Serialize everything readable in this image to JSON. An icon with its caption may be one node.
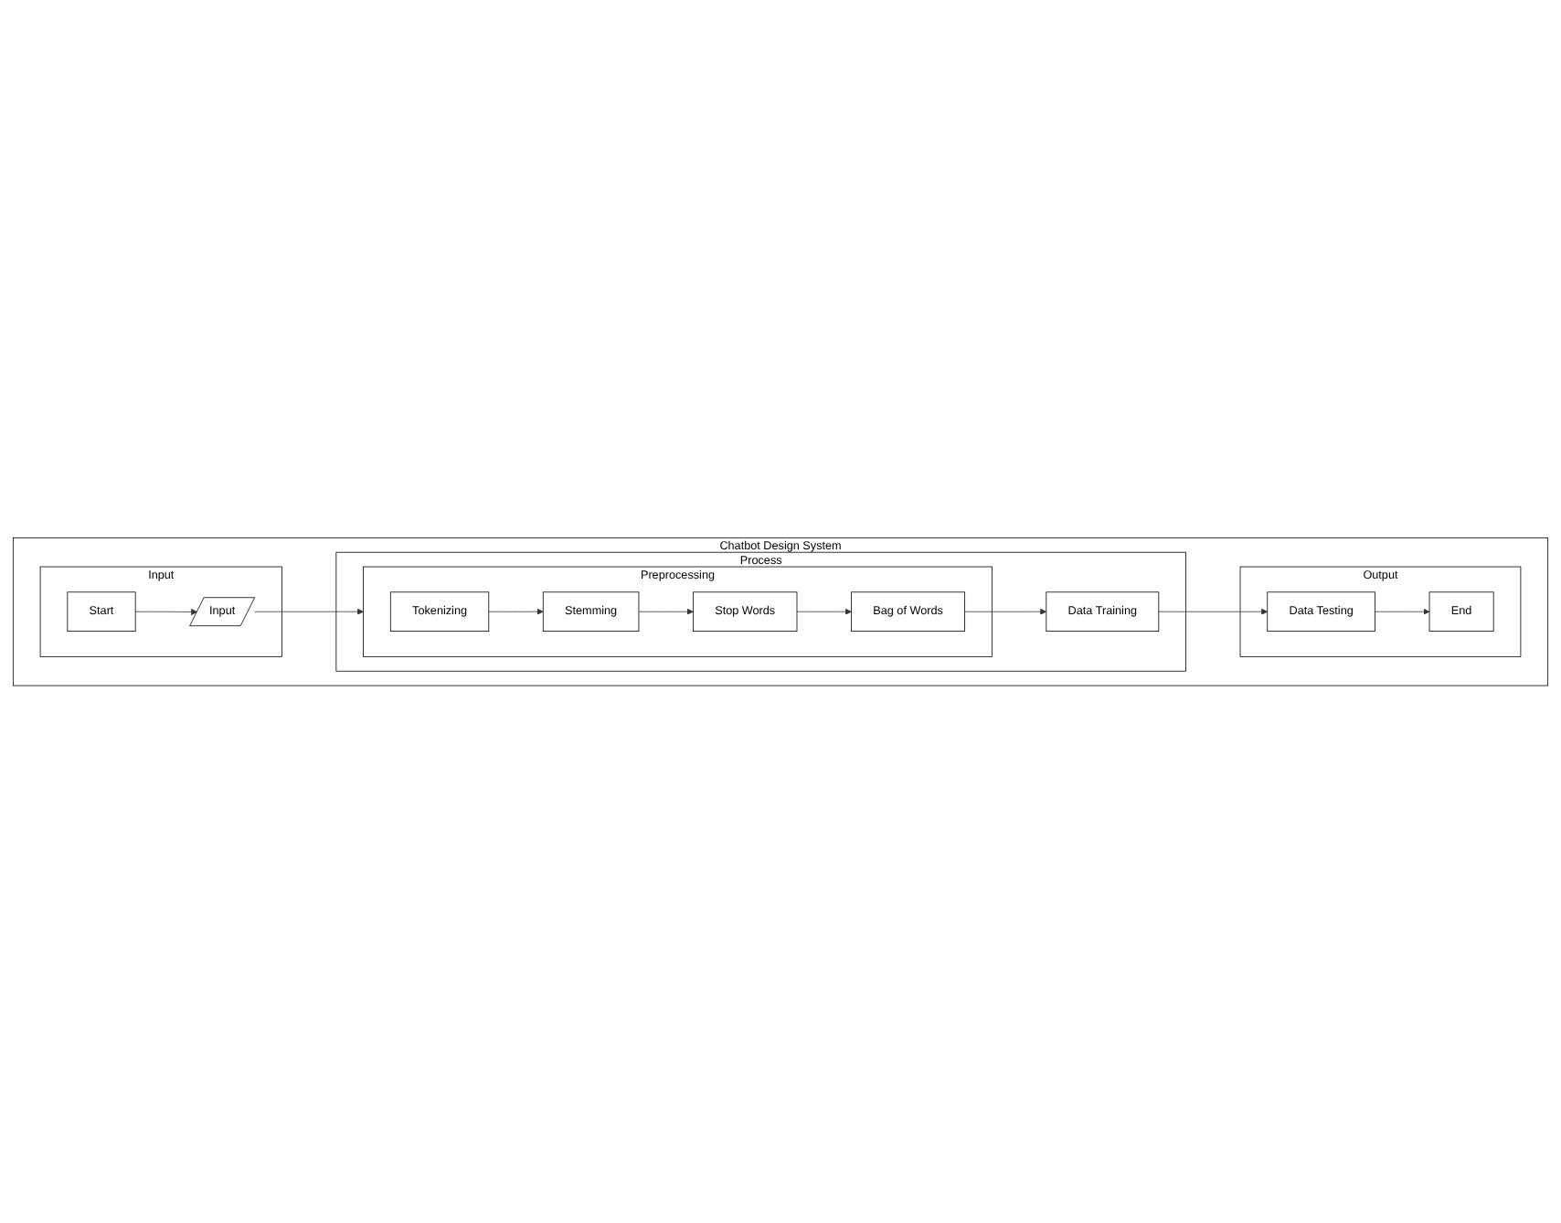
{
  "diagram": {
    "nodes": [
      {
        "text": [
          "Chatbot Design System"
        ]
      },
      {
        "text": [
          "Input"
        ],
        "in": 0
      },
      {
        "text": [
          "Process"
        ],
        "in": 0
      },
      {
        "text": [
          "Output"
        ],
        "in": 0
      },
      {
        "text": [
          "Start"
        ],
        "in": 1
      },
      {
        "text": [
          "Input"
        ],
        "in": 1
      },
      {
        "text": [
          "Preprocessing"
        ],
        "in": 2
      },
      {
        "text": [
          "Tokenizing"
        ],
        "in": 6
      },
      {
        "text": [
          "Stemming"
        ],
        "in": 6
      },
      {
        "text": [
          "Stop Words"
        ],
        "in": 6
      },
      {
        "text": [
          "Bag of Words"
        ],
        "in": 6
      },
      {
        "text": [
          "Data Training"
        ],
        "in": 2
      },
      {
        "text": [
          "Data Testing"
        ],
        "in": 3
      },
      {
        "text": [
          "End"
        ],
        "in": 3
      }
    ],
    "edges": [
      {
        "from": 4,
        "to": 5,
        "arrow": "to"
      },
      {
        "from": 5,
        "to": 6,
        "arrow": "to"
      },
      {
        "from": 7,
        "to": 8,
        "arrow": "to"
      },
      {
        "from": 8,
        "to": 9,
        "arrow": "to"
      },
      {
        "from": 9,
        "to": 10,
        "arrow": "to"
      },
      {
        "from": 10,
        "to": 11,
        "arrow": "to"
      },
      {
        "from": 11,
        "to": 12,
        "arrow": "to"
      },
      {
        "from": 12,
        "to": 13,
        "arrow": "to"
      }
    ]
  }
}
